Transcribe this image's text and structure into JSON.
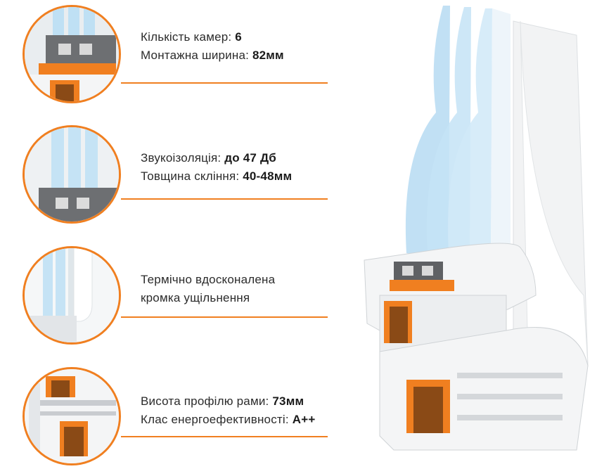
{
  "features": [
    {
      "line1_label": "Кількість камер: ",
      "line1_value": "6",
      "line2_label": "Монтажна ширина: ",
      "line2_value": "82мм"
    },
    {
      "line1_label": "Звукоізоляція: ",
      "line1_value": "до 47 Дб",
      "line2_label": "Товщина скління: ",
      "line2_value": "40-48мм"
    },
    {
      "line1_label": "Термічно вдосконалена",
      "line1_value": "",
      "line2_label": "кромка ущільнення",
      "line2_value": ""
    },
    {
      "line1_label": "Висота профілю рами: ",
      "line1_value": "73мм",
      "line2_label": "Клас енергоефективності: ",
      "line2_value": "A++"
    }
  ],
  "colors": {
    "accent": "#f07f20",
    "glass": "#bfe0f4",
    "profile": "#f4f5f6",
    "text": "#2b2b2b"
  },
  "icons": [
    "profile-chambers-icon",
    "glass-unit-icon",
    "seal-edge-icon",
    "frame-section-icon",
    "window-profile-icon"
  ]
}
